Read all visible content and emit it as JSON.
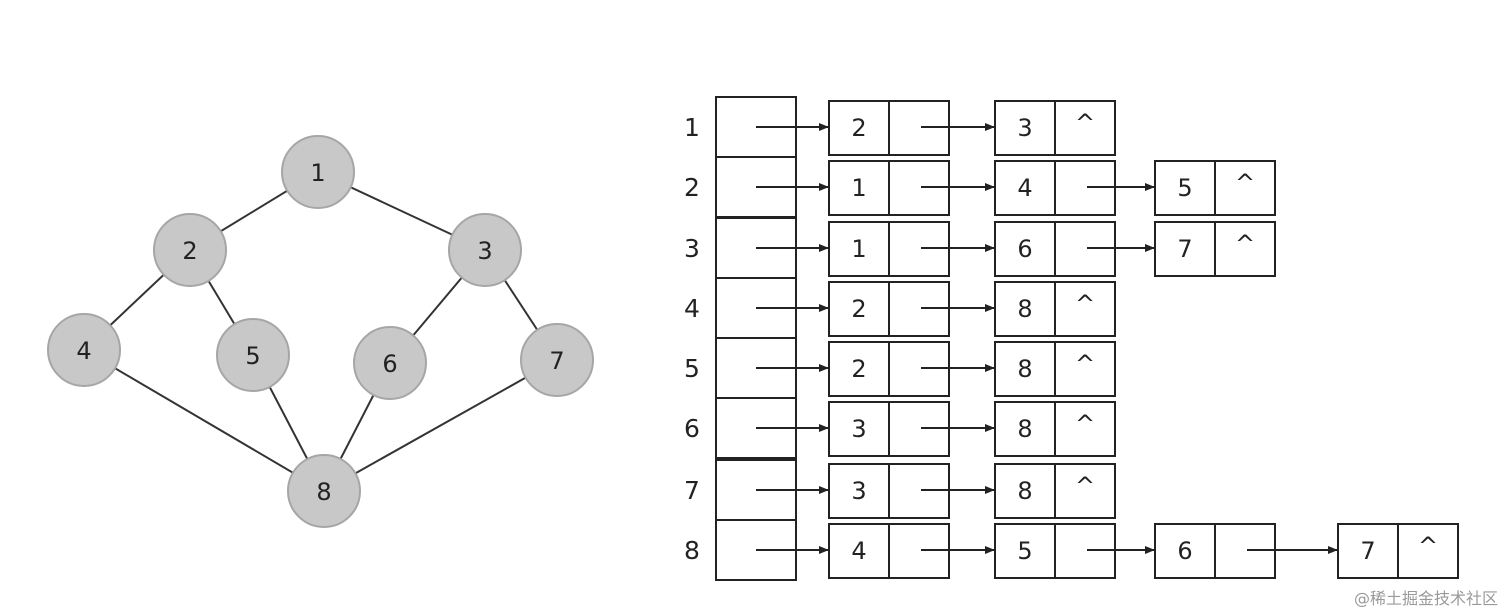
{
  "graph": {
    "nodes": [
      "1",
      "2",
      "3",
      "4",
      "5",
      "6",
      "7",
      "8"
    ],
    "edges": [
      [
        "1",
        "2"
      ],
      [
        "1",
        "3"
      ],
      [
        "2",
        "4"
      ],
      [
        "2",
        "5"
      ],
      [
        "3",
        "6"
      ],
      [
        "3",
        "7"
      ],
      [
        "4",
        "8"
      ],
      [
        "5",
        "8"
      ],
      [
        "6",
        "8"
      ],
      [
        "7",
        "8"
      ]
    ]
  },
  "adjacency_list": {
    "rows": [
      {
        "label": "1",
        "items": [
          "2",
          "3"
        ]
      },
      {
        "label": "2",
        "items": [
          "1",
          "4",
          "5"
        ]
      },
      {
        "label": "3",
        "items": [
          "1",
          "6",
          "7"
        ]
      },
      {
        "label": "4",
        "items": [
          "2",
          "8"
        ]
      },
      {
        "label": "5",
        "items": [
          "2",
          "8"
        ]
      },
      {
        "label": "6",
        "items": [
          "3",
          "8"
        ]
      },
      {
        "label": "7",
        "items": [
          "3",
          "8"
        ]
      },
      {
        "label": "8",
        "items": [
          "4",
          "5",
          "6",
          "7"
        ]
      }
    ],
    "null_marker": "^"
  },
  "colors": {
    "node_fill": "#c8c8c8",
    "node_stroke": "#a6a6a6",
    "line": "#333333"
  },
  "watermark": "@稀土掘金技术社区"
}
